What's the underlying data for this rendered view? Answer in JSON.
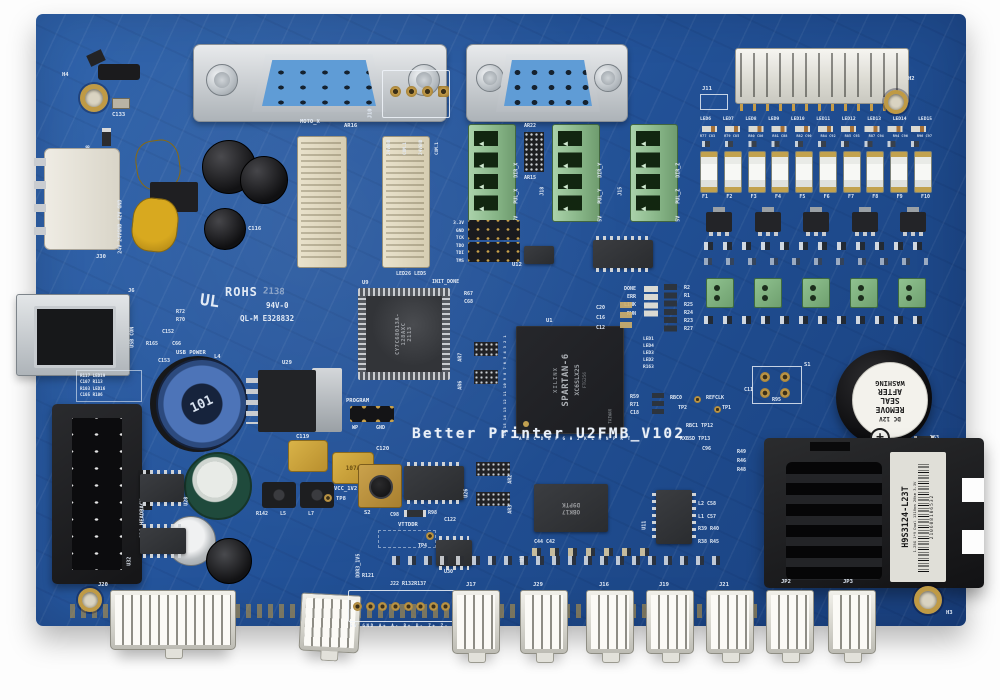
{
  "silkscreen": {
    "title": "Better Printer U2FMB_V102",
    "rohs": "ROHS",
    "rohs_stamp": "2138",
    "flammability": "94V-0",
    "ul_file": "QL-M E328832",
    "ul_mark": "UL"
  },
  "top_left": {
    "h4": "H4",
    "c133": "C133",
    "r158": "R158"
  },
  "power_in": {
    "label": "J30",
    "pins": "24V 24VGND 42V GND"
  },
  "vga": {
    "moto_x": "MOTO_X",
    "ar16": "AR16"
  },
  "j10": {
    "label": "J10",
    "pins": [
      "24VGND",
      "COM.1",
      "24VGND",
      "COM.1"
    ]
  },
  "j11": {
    "label": "J11"
  },
  "top_right": {
    "h2": "H2",
    "led_labels": [
      "LED6",
      "LED7",
      "LED8",
      "LED9",
      "LED10",
      "LED11",
      "LED12",
      "LED13",
      "LED14",
      "LED15"
    ],
    "rc_labels": [
      "R77 C83",
      "R79 C85",
      "R80 C86",
      "R81 C88",
      "R82 C90",
      "R84 C92",
      "R85 C93",
      "R87 C94",
      "R94 C96",
      "R96 C97"
    ],
    "fuse_labels": [
      "F1",
      "F2",
      "F3",
      "F4",
      "F5",
      "F6",
      "F7",
      "F8",
      "F9",
      "F10"
    ]
  },
  "terminals": {
    "ar22": "AR22",
    "ar15": "AR15",
    "j18": "J18",
    "j15": "J15",
    "x": [
      "DIR_X",
      "PUL_X",
      "5V"
    ],
    "y": [
      "DIR_Y",
      "PUL_Y",
      "5V"
    ],
    "z": [
      "DIR_Z",
      "PUL_Z",
      "5V"
    ]
  },
  "caps_top": {
    "c116": "C116"
  },
  "jtag": {
    "pins": [
      "3.3V",
      "GND",
      "TCK",
      "TDO",
      "TDI",
      "TMS"
    ],
    "u12": "U12"
  },
  "usb": {
    "j6": "J6",
    "con": "USB CON",
    "power": "USB POWER",
    "l4": "L4",
    "r72": "R72",
    "r70": "R70",
    "c152": "C152",
    "r165": "R165",
    "c66": "C66",
    "c153": "C153",
    "led_block": [
      "R117 LED19",
      "C107 R113",
      "R103 LED16",
      "C105 R106"
    ]
  },
  "u9": {
    "label": "U9",
    "leds": "LED26 LED5",
    "init": "INIT_DONE",
    "line1": "CY7C68013A-",
    "line2": "128AXC",
    "line3": "2113",
    "r67": "R67",
    "c68": "C68",
    "ar7": "AR7",
    "ar6": "AR6",
    "program": "PROGRAM",
    "wp": "WP",
    "gnd": "GND"
  },
  "u1": {
    "label": "U1",
    "brand": "XILINX",
    "name": "SPARTAN-6",
    "part": "XC6SLX25",
    "pkg": "FTG256",
    "origin": "TAIWAN",
    "cols": "A B C D E F G H J K L M N P R T",
    "rows": "16 15 14 13 12 11 10 9 8 7 6 5 4 3 2 1"
  },
  "status": {
    "names": [
      "DONE",
      "ERR",
      "LINK",
      "RUN"
    ],
    "resistors": [
      "R2",
      "R1",
      "R25",
      "R24",
      "R23",
      "R27"
    ],
    "leds": [
      "LED1",
      "LED4",
      "LED3",
      "LED2",
      "R163"
    ],
    "caps": [
      "C20",
      "C16",
      "C12"
    ],
    "right": [
      "R59",
      "R71",
      "C18"
    ]
  },
  "power_mid": {
    "u29": "U29",
    "toroid": "101",
    "c119": "C119",
    "c120": "C120",
    "tant": "107A",
    "l5": "L5",
    "l7": "L7",
    "r142": "R142",
    "vcc": "VCC_1V2",
    "tp8": "TP8",
    "u28": "U28",
    "u32": "U32",
    "updown": "UP/DOWN",
    "headback": "J26 HEADBACK"
  },
  "ddr": {
    "s2": "S2",
    "u26": "U26",
    "c98": "C98",
    "r98": "R98",
    "vttddr": "VTTDDR",
    "c122": "C122",
    "u30": "U30",
    "tp4": "TP4",
    "rail": "DDR3_1V5",
    "u5_label": "U5",
    "line1": "OBK17",
    "line2": "D9PTK",
    "c44": "C44 C42",
    "ars": [
      "AR2",
      "AR3"
    ]
  },
  "u11": {
    "label": "U11",
    "refs": [
      "L2 C58",
      "L1 C57",
      "R39 R40",
      "R38 R45"
    ]
  },
  "right_mid": {
    "s1": "S1",
    "rbc0": "RBC0",
    "tp2": "TP2",
    "refclk": "REFCLK",
    "tp1": "TP1",
    "c11": "C11",
    "r95": "R95",
    "rbc1": "RBC1 TP12",
    "rxbsd": "RXBSD TP13",
    "c96": "C96",
    "rcol": [
      "R49",
      "R46",
      "R48"
    ],
    "r53": "R53"
  },
  "buzzer": {
    "sticker": [
      "DC 12V",
      "REMOVE",
      "SEAL",
      "AFTER",
      "WASHING"
    ],
    "j2": "J2",
    "rx": "RX"
  },
  "fiber": {
    "model": "H9S3124-L23T",
    "spec": "1.25G 1*9 Dual 1310nm 20km 3.3V",
    "serial": "210608106532"
  },
  "bottom": {
    "j20": "J20",
    "r121": "R121",
    "j22": "J22 R132R137",
    "encoder_pins": "5V GND A+ A- B+ B- Z+ Z-",
    "connectors": [
      "J17",
      "J29",
      "J16",
      "J19",
      "J21",
      "JP2",
      "JP3"
    ],
    "h3": "H3"
  }
}
